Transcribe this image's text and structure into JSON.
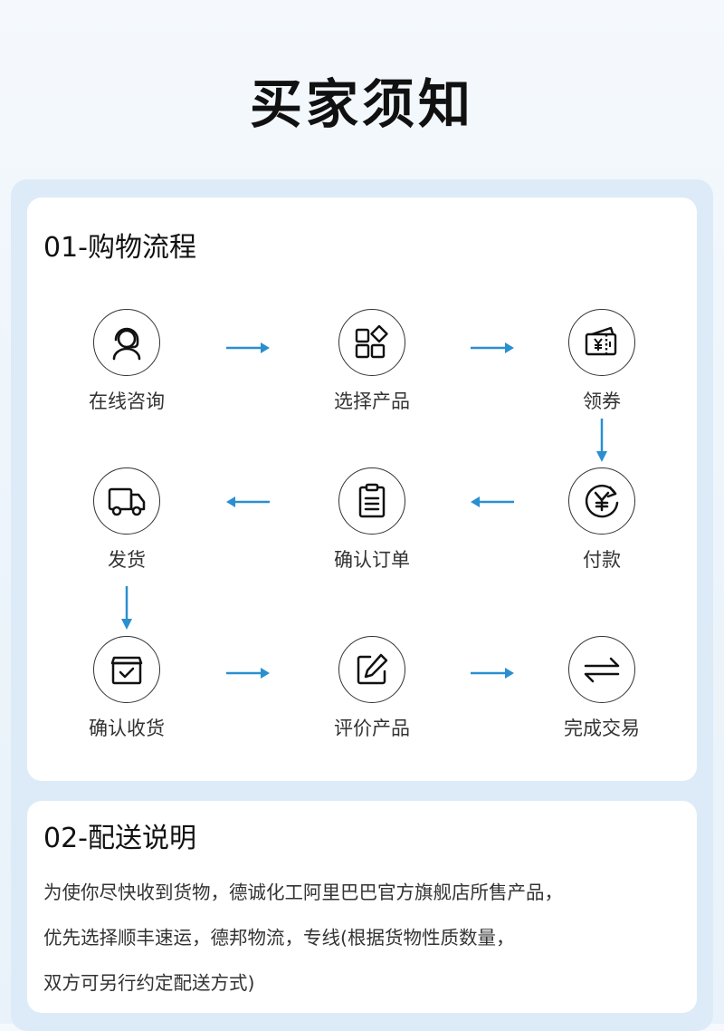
{
  "page": {
    "title": "买家须知"
  },
  "flow": {
    "title": "01-购物流程",
    "steps": [
      {
        "label": "在线咨询",
        "icon": "customer-service-icon"
      },
      {
        "label": "选择产品",
        "icon": "grid-select-icon"
      },
      {
        "label": "领券",
        "icon": "coupon-icon"
      },
      {
        "label": "付款",
        "icon": "yuan-refresh-icon"
      },
      {
        "label": "确认订单",
        "icon": "clipboard-icon"
      },
      {
        "label": "发货",
        "icon": "truck-icon"
      },
      {
        "label": "确认收货",
        "icon": "checkbox-icon"
      },
      {
        "label": "评价产品",
        "icon": "edit-icon"
      },
      {
        "label": "完成交易",
        "icon": "exchange-icon"
      }
    ],
    "accent_color": "#2a8fd0"
  },
  "shipping": {
    "title": "02-配送说明",
    "lines": [
      "为使你尽快收到货物，德诚化工阿里巴巴官方旗舰店所售产品，",
      "优先选择顺丰速运，德邦物流，专线(根据货物性质数量，",
      "双方可另行约定配送方式)"
    ]
  }
}
